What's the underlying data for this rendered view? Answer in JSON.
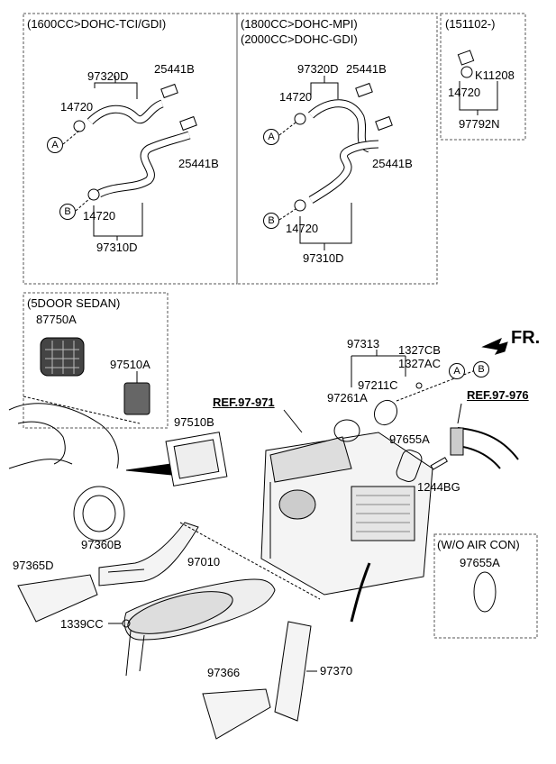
{
  "panels": {
    "p1600": {
      "title": "(1600CC>DOHC-TCI/GDI)"
    },
    "p1800": {
      "title1": "(1800CC>DOHC-MPI)",
      "title2": "(2000CC>DOHC-GDI)"
    },
    "p151102": {
      "title": "(151102-)"
    },
    "p5door": {
      "title": "(5DOOR SEDAN)"
    },
    "pwoac": {
      "title": "(W/O AIR CON)"
    }
  },
  "labels": {
    "a_97320D": "97320D",
    "a_25441B_top": "25441B",
    "a_14720_top": "14720",
    "a_25441B_mid": "25441B",
    "a_14720_bot": "14720",
    "a_97310D": "97310D",
    "b_97320D": "97320D",
    "b_25441B_top": "25441B",
    "b_14720_top": "14720",
    "b_25441B_mid": "25441B",
    "b_14720_bot": "14720",
    "b_97310D": "97310D",
    "c_K11208": "K11208",
    "c_14720": "14720",
    "c_97792N": "97792N",
    "d_87750A": "87750A",
    "d_97510A": "97510A",
    "ref97971": "REF.97-971",
    "ref97976": "REF.97-976",
    "fr": "FR.",
    "p97313": "97313",
    "p1327CB": "1327CB",
    "p1327AC": "1327AC",
    "p97211C": "97211C",
    "p97261A": "97261A",
    "p97510B": "97510B",
    "p97655A": "97655A",
    "p1244BG": "1244BG",
    "p97360B": "97360B",
    "p97010": "97010",
    "p97365D": "97365D",
    "p1339CC": "1339CC",
    "p97370": "97370",
    "p97366": "97366",
    "p97655A_woac": "97655A"
  },
  "markers": {
    "a": "A",
    "b": "B"
  }
}
